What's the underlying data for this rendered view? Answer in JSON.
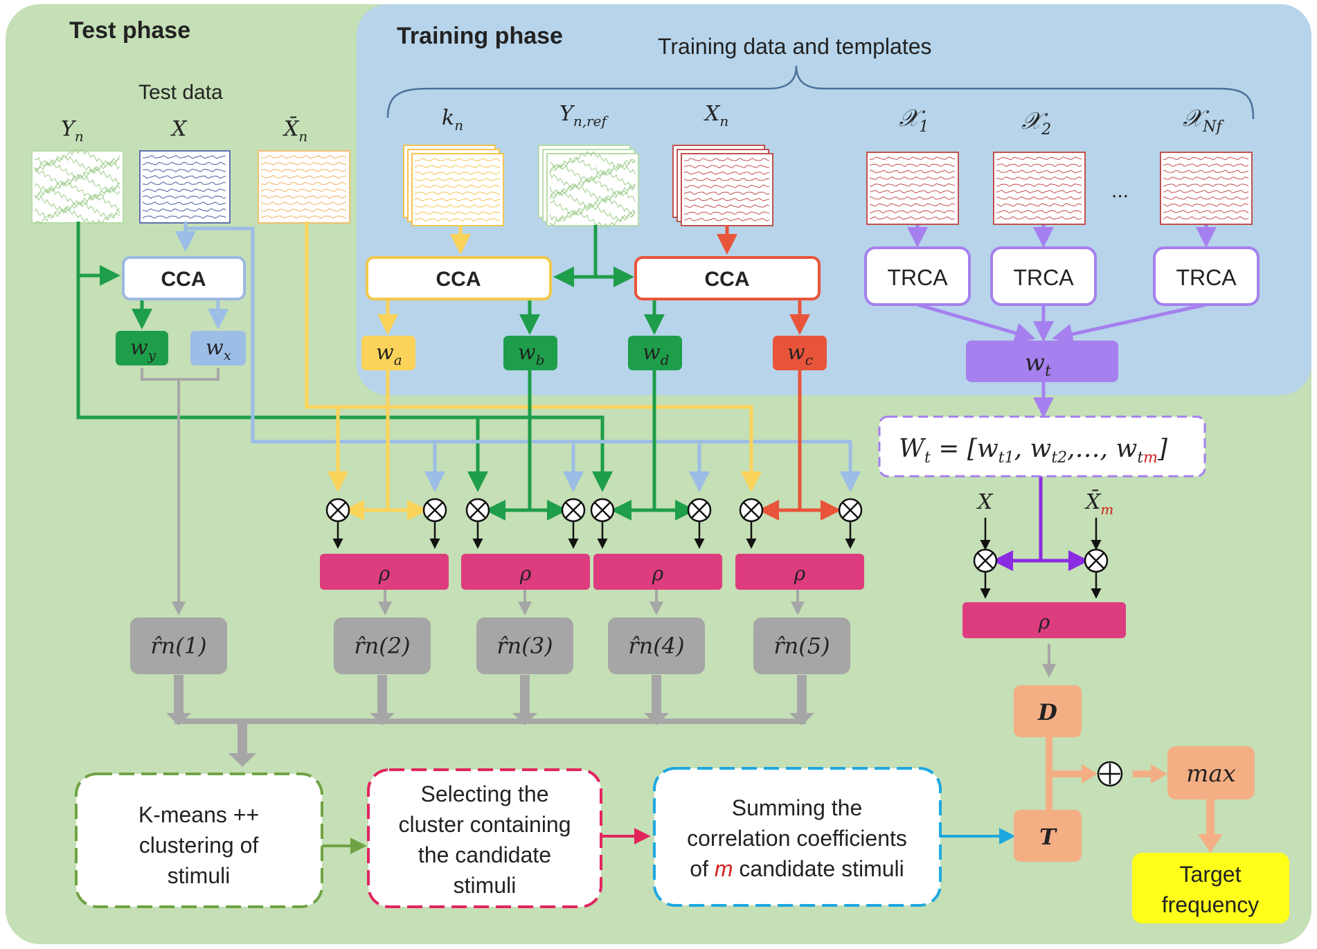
{
  "phases": {
    "test": "Test phase",
    "training": "Training phase"
  },
  "labels": {
    "training_header": "Training data and templates",
    "test_data": "Test data",
    "ellipsis": "...",
    "x_input": "X"
  },
  "test_inputs": [
    {
      "name": "Y",
      "sub": "n",
      "color": "#9ccc8a"
    },
    {
      "name": "X",
      "sub": "",
      "color": "#4a5aa0"
    },
    {
      "name": "X̄",
      "sub": "n",
      "color": "#f0b060"
    }
  ],
  "train_inputs": [
    {
      "name": "k",
      "sub": "n",
      "color": "#f4c44e"
    },
    {
      "name": "Y",
      "sub": "n,ref",
      "color": "#9ccc8a"
    },
    {
      "name": "X",
      "sub": "n",
      "color": "#c0504d"
    }
  ],
  "templates": [
    {
      "name": "𝒳",
      "sub": "1"
    },
    {
      "name": "𝒳",
      "sub": "2"
    },
    {
      "name": "𝒳",
      "sub": "Nf"
    }
  ],
  "cca": [
    {
      "label": "CCA",
      "border": "#9db8e0"
    },
    {
      "label": "CCA",
      "border": "#f2c94c"
    },
    {
      "label": "CCA",
      "border": "#e8543a"
    }
  ],
  "trca_label": "TRCA",
  "weights": [
    {
      "w": "w",
      "sub": "y",
      "color": "#1e9e4a"
    },
    {
      "w": "w",
      "sub": "x",
      "color": "#9bbde6"
    },
    {
      "w": "w",
      "sub": "a",
      "color": "#fbd35a"
    },
    {
      "w": "w",
      "sub": "b",
      "color": "#1e9e4a"
    },
    {
      "w": "w",
      "sub": "d",
      "color": "#1e9e4a"
    },
    {
      "w": "w",
      "sub": "c",
      "color": "#e8543a"
    },
    {
      "w": "w",
      "sub": "t",
      "color": "#a580ee"
    }
  ],
  "wt_matrix": {
    "prefix": "W",
    "prefix_sub": "t",
    "body": " = [w",
    "s1": "t1",
    "s2": "t2",
    "tail": ",…, w",
    "sm": "tm",
    "close": "]"
  },
  "rho": "ρ",
  "r_hat": [
    "r̂n(1)",
    "r̂n(2)",
    "r̂n(3)",
    "r̂n(4)",
    "r̂n(5)"
  ],
  "xm": {
    "name": "X̄",
    "sub": "m"
  },
  "d_label": "D",
  "t_label": "T",
  "oplus": "⊕",
  "otimes": "⊗",
  "max_label": "max",
  "target": [
    "Target",
    "frequency"
  ],
  "bottom_boxes": [
    {
      "lines": [
        "K-means ++",
        "clustering of",
        "stimuli"
      ],
      "border": "#6fa344"
    },
    {
      "lines": [
        "Selecting the",
        "cluster containing",
        "the candidate",
        "stimuli"
      ],
      "border": "#e2255d"
    },
    {
      "lines": [
        "Summing the",
        "correlation coefficients",
        "of m candidate stimuli"
      ],
      "border": "#1ea8e0",
      "highlight": "m"
    }
  ],
  "colors": {
    "bg_green": "#c5dfb6",
    "bg_blue": "#b7d4ea",
    "green": "#1e9e4a",
    "lightblue": "#9bbde6",
    "yellow": "#fbd35a",
    "red": "#e8543a",
    "purple": "#a580ee",
    "magenta": "#dd3d7f",
    "gray": "#a6a6a6",
    "orange": "#f4ae84",
    "target": "#ffff1a"
  }
}
